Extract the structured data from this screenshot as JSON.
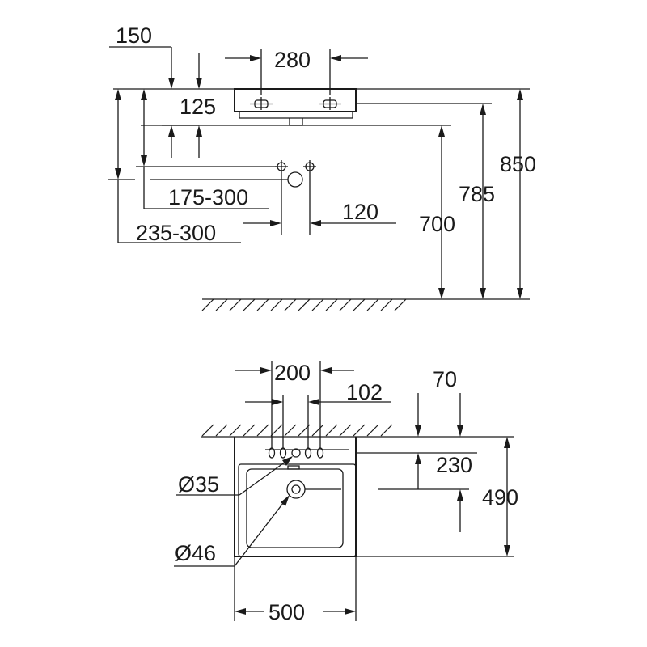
{
  "side_view": {
    "dim_150": "150",
    "dim_280": "280",
    "dim_125": "125",
    "dim_850": "850",
    "dim_785": "785",
    "dim_700": "700",
    "dim_175_300": "175-300",
    "dim_235_300": "235-300",
    "dim_120": "120"
  },
  "plan_view": {
    "dim_200": "200",
    "dim_102": "102",
    "dim_70": "70",
    "dim_230": "230",
    "dim_490": "490",
    "dim_d35": "Ø35",
    "dim_d46": "Ø46",
    "dim_500": "500"
  }
}
